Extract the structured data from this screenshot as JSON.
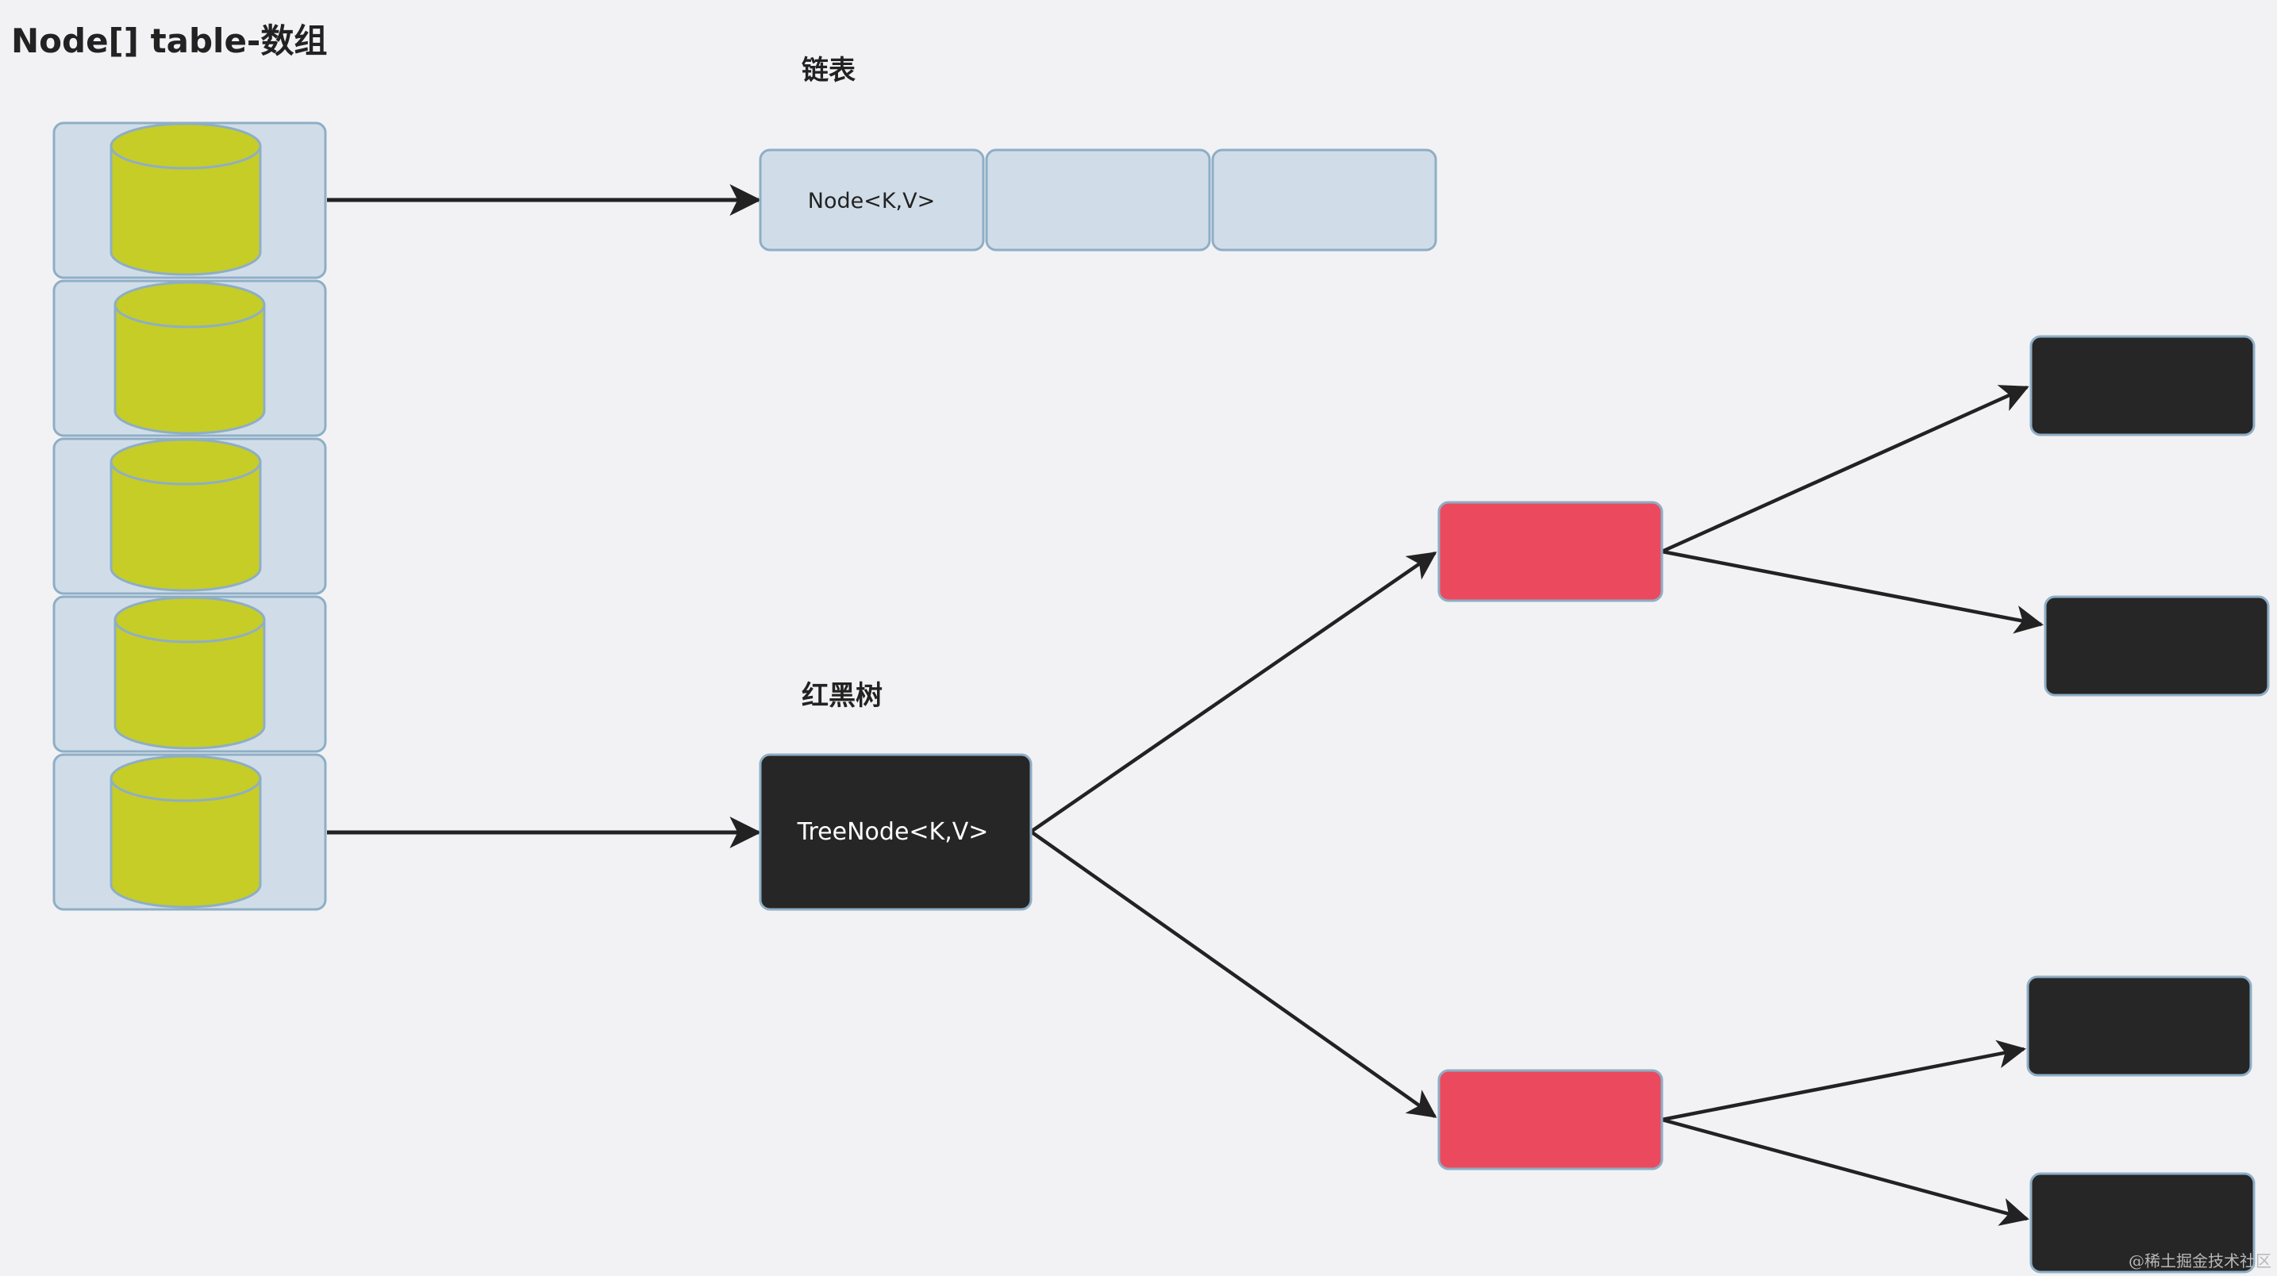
{
  "title": "Node[] table-数组",
  "linked_list": {
    "label": "链表",
    "first_node_text": "Node<K,V>"
  },
  "red_black_tree": {
    "label": "红黑树",
    "root_text": "TreeNode<K,V>"
  },
  "colors": {
    "background": "#f2f2f4",
    "cell_fill": "#d0dde8",
    "cell_stroke": "#8eaec6",
    "cylinder_fill": "#c6cd26",
    "red_node": "#eb4a5e",
    "black_node": "#262626",
    "arrow": "#222222"
  },
  "watermark": "@稀土掘金技术社区"
}
